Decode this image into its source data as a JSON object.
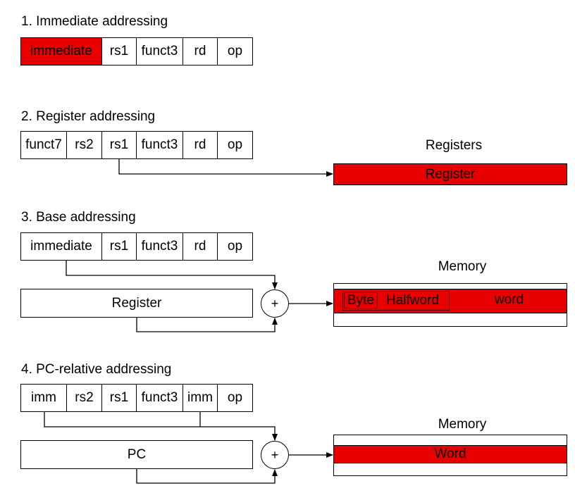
{
  "sections": [
    {
      "title": "1.  Immediate addressing",
      "fields": [
        "immediate",
        "rs1",
        "funct3",
        "rd",
        "op"
      ]
    },
    {
      "title": "2. Register addressing",
      "fields": [
        "funct7",
        "rs2",
        "rs1",
        "funct3",
        "rd",
        "op"
      ],
      "target_heading": "Registers",
      "target_label": "Register"
    },
    {
      "title": "3.  Base addressing",
      "fields": [
        "immediate",
        "rs1",
        "funct3",
        "rd",
        "op"
      ],
      "source_label": "Register",
      "adder_symbol": "+",
      "target_heading": "Memory",
      "memory_cells": [
        "Byte",
        "Halfword",
        "word"
      ]
    },
    {
      "title": "4.  PC-relative addressing",
      "fields": [
        "imm",
        "rs2",
        "rs1",
        "funct3",
        "imm",
        "op"
      ],
      "source_label": "PC",
      "adder_symbol": "+",
      "target_heading": "Memory",
      "target_label": "Word"
    }
  ],
  "colors": {
    "highlight": "#e80000",
    "line": "#000000"
  }
}
